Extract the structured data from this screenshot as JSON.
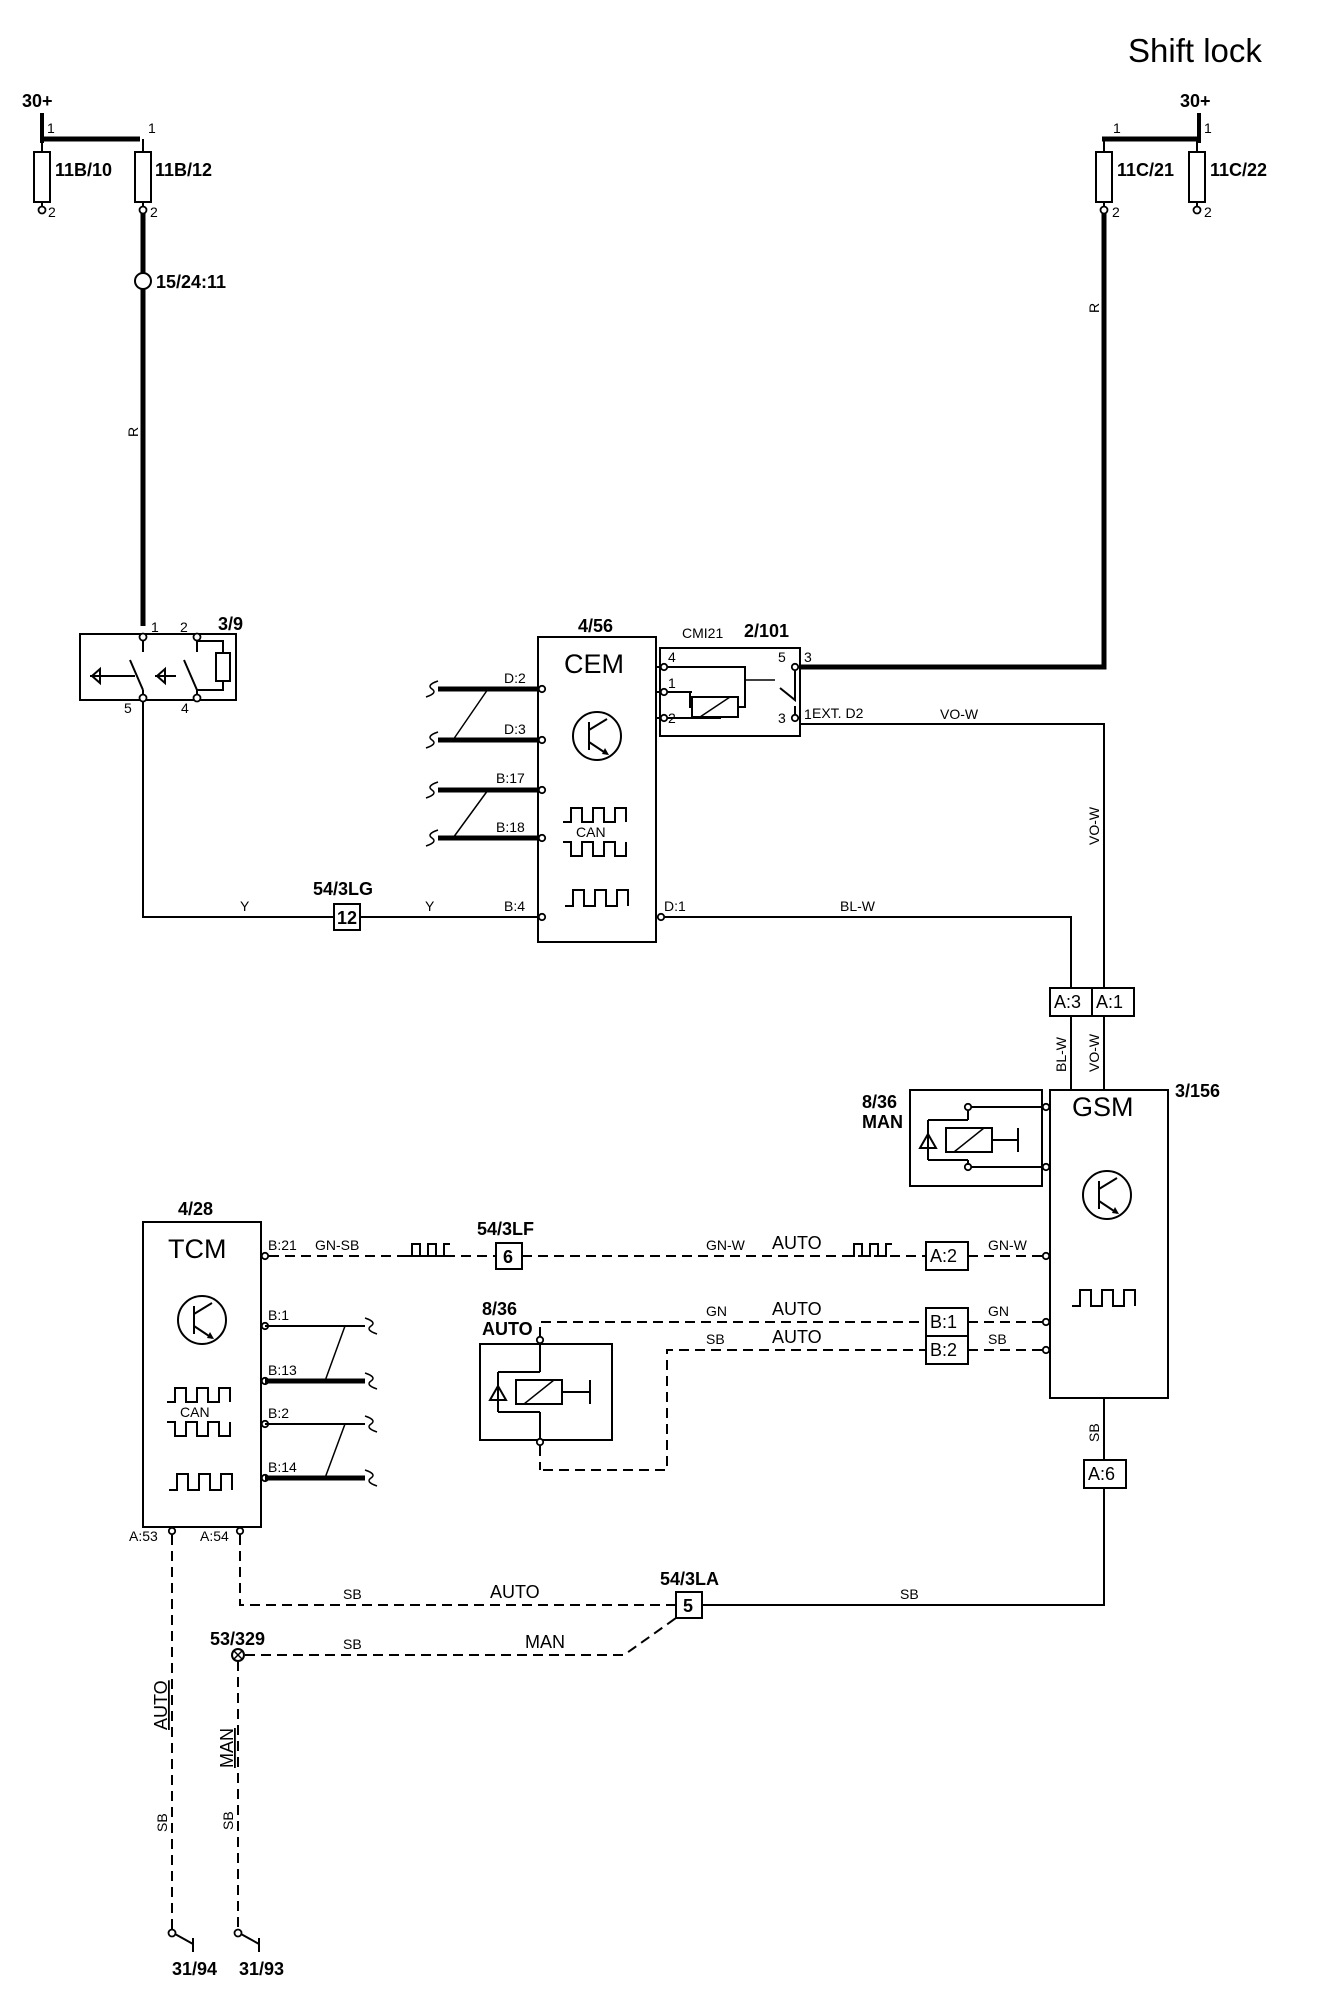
{
  "title": "Shift lock",
  "supply": {
    "left": "30+",
    "right": "30+"
  },
  "fuses": {
    "f1": "11B/10",
    "f2": "11B/12",
    "f3": "11C/21",
    "f4": "11C/22",
    "pin_top": "1",
    "pin_bottom": "2"
  },
  "splice": "15/24:11",
  "switch_3_9": {
    "id": "3/9",
    "pins": [
      "1",
      "2",
      "5",
      "4"
    ]
  },
  "cem": {
    "id": "4/56",
    "name": "CEM",
    "bus": "CAN",
    "pins": {
      "d2": "D:2",
      "d3": "D:3",
      "b17": "B:17",
      "b18": "B:18",
      "b4": "B:4",
      "d1": "D:1"
    }
  },
  "relay_2_101": {
    "id": "2/101",
    "label": "CMI21",
    "ext": "EXT. D2",
    "pins": [
      "4",
      "1",
      "2",
      "5",
      "3",
      "3",
      "1"
    ]
  },
  "connector_3lg": {
    "id": "54/3LG",
    "pin": "12"
  },
  "gsm": {
    "id": "3/156",
    "name": "GSM",
    "conn_a3": "A:3",
    "conn_a1": "A:1",
    "conn_a2": "A:2",
    "conn_b1": "B:1",
    "conn_b2": "B:2",
    "conn_a6": "A:6"
  },
  "relay_man": {
    "id": "8/36",
    "variant": "MAN"
  },
  "relay_auto": {
    "id": "8/36",
    "variant": "AUTO"
  },
  "tcm": {
    "id": "4/28",
    "name": "TCM",
    "bus": "CAN",
    "pins": {
      "b21": "B:21",
      "b1": "B:1",
      "b13": "B:13",
      "b2": "B:2",
      "b14": "B:14",
      "a53": "A:53",
      "a54": "A:54"
    }
  },
  "connector_3lf": {
    "id": "54/3LF",
    "pin": "6"
  },
  "connector_3la": {
    "id": "54/3LA",
    "pin": "5"
  },
  "ground_point": "53/329",
  "grounds": {
    "g1": "31/94",
    "g2": "31/93"
  },
  "wire_colors": {
    "r": "R",
    "y": "Y",
    "blw": "BL-W",
    "vow": "VO-W",
    "gnsb": "GN-SB",
    "gnw": "GN-W",
    "gn": "GN",
    "sb": "SB"
  },
  "variants": {
    "auto": "AUTO",
    "man": "MAN"
  }
}
